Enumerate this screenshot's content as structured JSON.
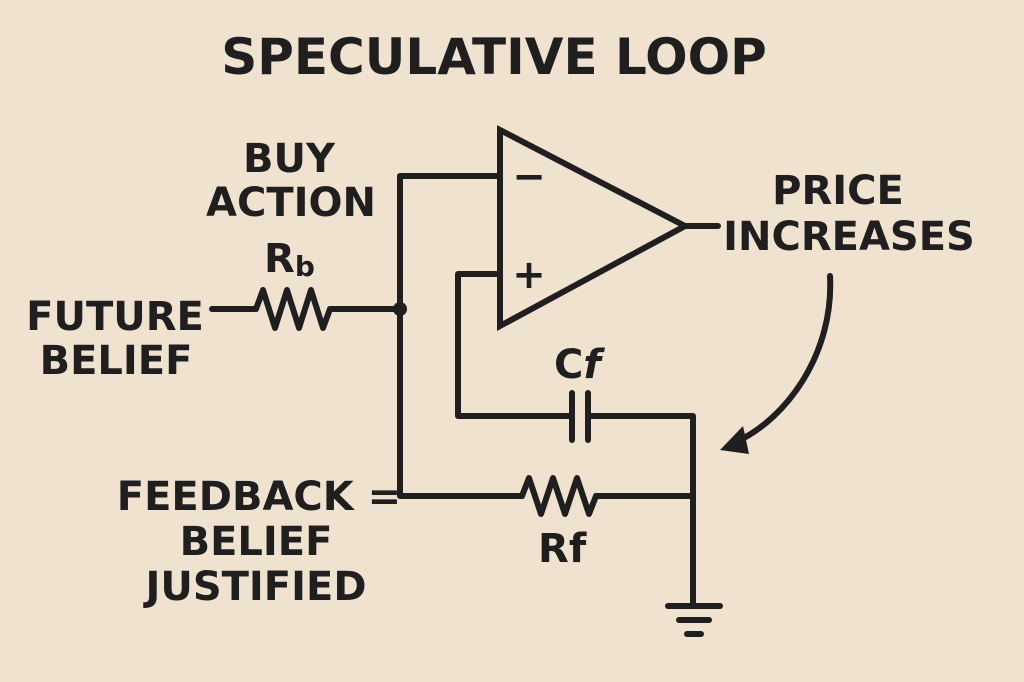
{
  "title": "SPECULATIVE LOOP",
  "labels": {
    "buy_action": [
      "BUY",
      "ACTION"
    ],
    "input_resistor": {
      "main": "R",
      "sub": "b"
    },
    "future_belief": [
      "FUTURE",
      "BELIEF"
    ],
    "price_increases": [
      "PRICE",
      "INCREASES"
    ],
    "feedback_capacitor": {
      "main": "C",
      "sub": "f"
    },
    "feedback_resistor": {
      "main": "R",
      "sub": "f"
    },
    "feedback": [
      "FEEDBACK =",
      "BELIEF",
      "JUSTIFIED"
    ],
    "minus_sign": "−",
    "plus_sign": "+"
  },
  "colors": {
    "background": "#efe3cf",
    "ink": "#1f1f1f"
  }
}
